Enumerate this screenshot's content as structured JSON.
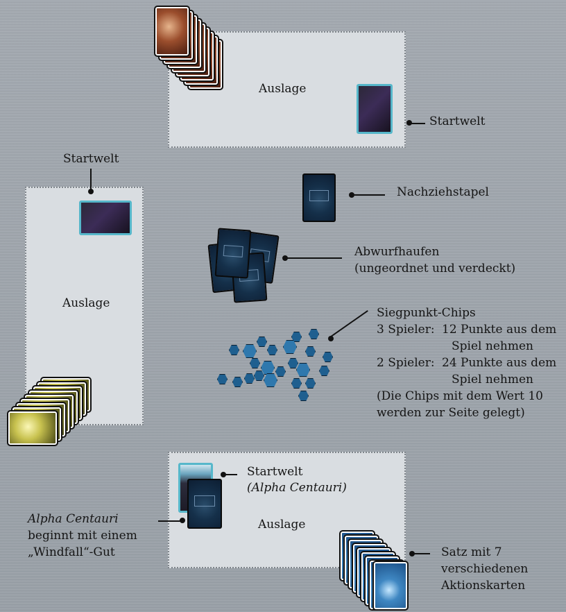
{
  "zones": {
    "top": {
      "label": "Auslage"
    },
    "left": {
      "label": "Auslage"
    },
    "bottom": {
      "label": "Auslage"
    }
  },
  "labels": {
    "top_startwelt": "Startwelt",
    "left_startwelt": "Startwelt",
    "nachziehstapel": "Nachziehstapel",
    "abwurf_line1": "Abwurfhaufen",
    "abwurf_line2": "(ungeordnet und verdeckt)",
    "sieg_title": "Siegpunkt-Chips",
    "sieg_3_prefix": "3 Spieler:",
    "sieg_3_line1": "12 Punkte aus dem",
    "sieg_3_line2": "Spiel nehmen",
    "sieg_2_prefix": "2 Spieler:",
    "sieg_2_line1": "24 Punkte aus dem",
    "sieg_2_line2": "Spiel nehmen",
    "sieg_note1": "(Die Chips mit dem Wert 10",
    "sieg_note2": "werden zur Seite gelegt)",
    "bottom_startwelt": "Startwelt",
    "bottom_startwelt_name": "(Alpha Centauri)",
    "alpha_name": "Alpha Centauri",
    "alpha_line2": "beginnt mit einem",
    "alpha_line3": "„Windfall“-Gut",
    "satz_line1": "Satz mit 7",
    "satz_line2": "verschiedenen",
    "satz_line3": "Aktionskarten"
  }
}
